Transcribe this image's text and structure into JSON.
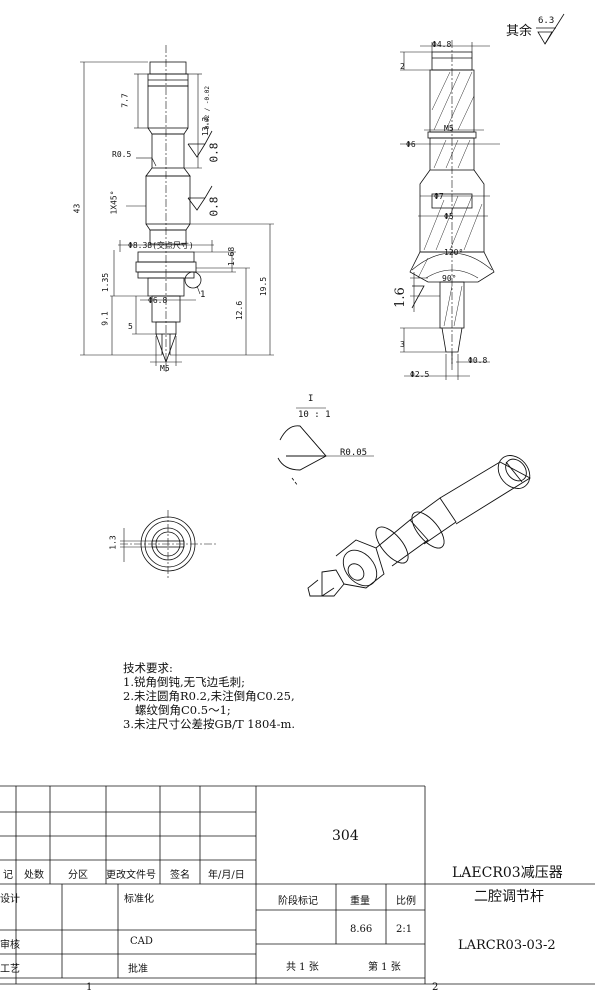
{
  "surface_note": {
    "label": "其余",
    "value": "6.3"
  },
  "main_view": {
    "dims": {
      "d1": "7.7",
      "d2": "13.3",
      "d2_tol": "-0.02 / -0.02",
      "d3": "43",
      "d4": "R0.5",
      "d5": "1X45°",
      "d6": "Φ8.38(交点尺寸)",
      "d7": "1.68",
      "d8": "1.35",
      "d9": "19.5",
      "d10": "Φ6.8",
      "d11": "9.1",
      "d12": "5",
      "d13": "12.6",
      "d14": "M5",
      "d15": "0.8",
      "d16": "0.8",
      "detail_ref": "1"
    }
  },
  "side_view": {
    "dims": {
      "s1": "Φ4.8",
      "s2": "2",
      "s3": "M5",
      "s4": "Φ6",
      "s5": "Φ7",
      "s6": "Φ5",
      "s7": "120°",
      "s8": "90°",
      "s9": "1.6",
      "s10": "3",
      "s11": "Φ0.8",
      "s12": "Φ2.5"
    }
  },
  "detail_view": {
    "label": "I",
    "scale": "10 : 1",
    "radius": "R0.05"
  },
  "end_view": {
    "dim": "1.3"
  },
  "tech_requirements": {
    "title": "技术要求:",
    "lines": [
      "1.锐角倒钝,无飞边毛刺;",
      "2.未注圆角R0.2,未注倒角C0.25,",
      "螺纹倒角C0.5～1;",
      "3.未注尺寸公差按GB/T 1804-m."
    ]
  },
  "title_block": {
    "part_number_top": "304",
    "title_line1": "LAECR03减压器",
    "title_line2": "二腔调节杆",
    "drawing_no": "LARCR03-03-2",
    "weight_header": "重量",
    "scale_header": "比例",
    "stage_header": "阶段标记",
    "weight": "8.66",
    "scale": "2:1",
    "total_sheets": "共 1 张",
    "sheet_no": "第 1 张",
    "rev_headers": [
      "记",
      "处数",
      "分区",
      "更改文件号",
      "签名",
      "年/月/日"
    ],
    "roles_left": [
      "设计",
      "审核",
      "工艺"
    ],
    "roles_mid": [
      "标准化",
      "CAD",
      "批准"
    ],
    "zones": [
      "1",
      "2"
    ]
  }
}
